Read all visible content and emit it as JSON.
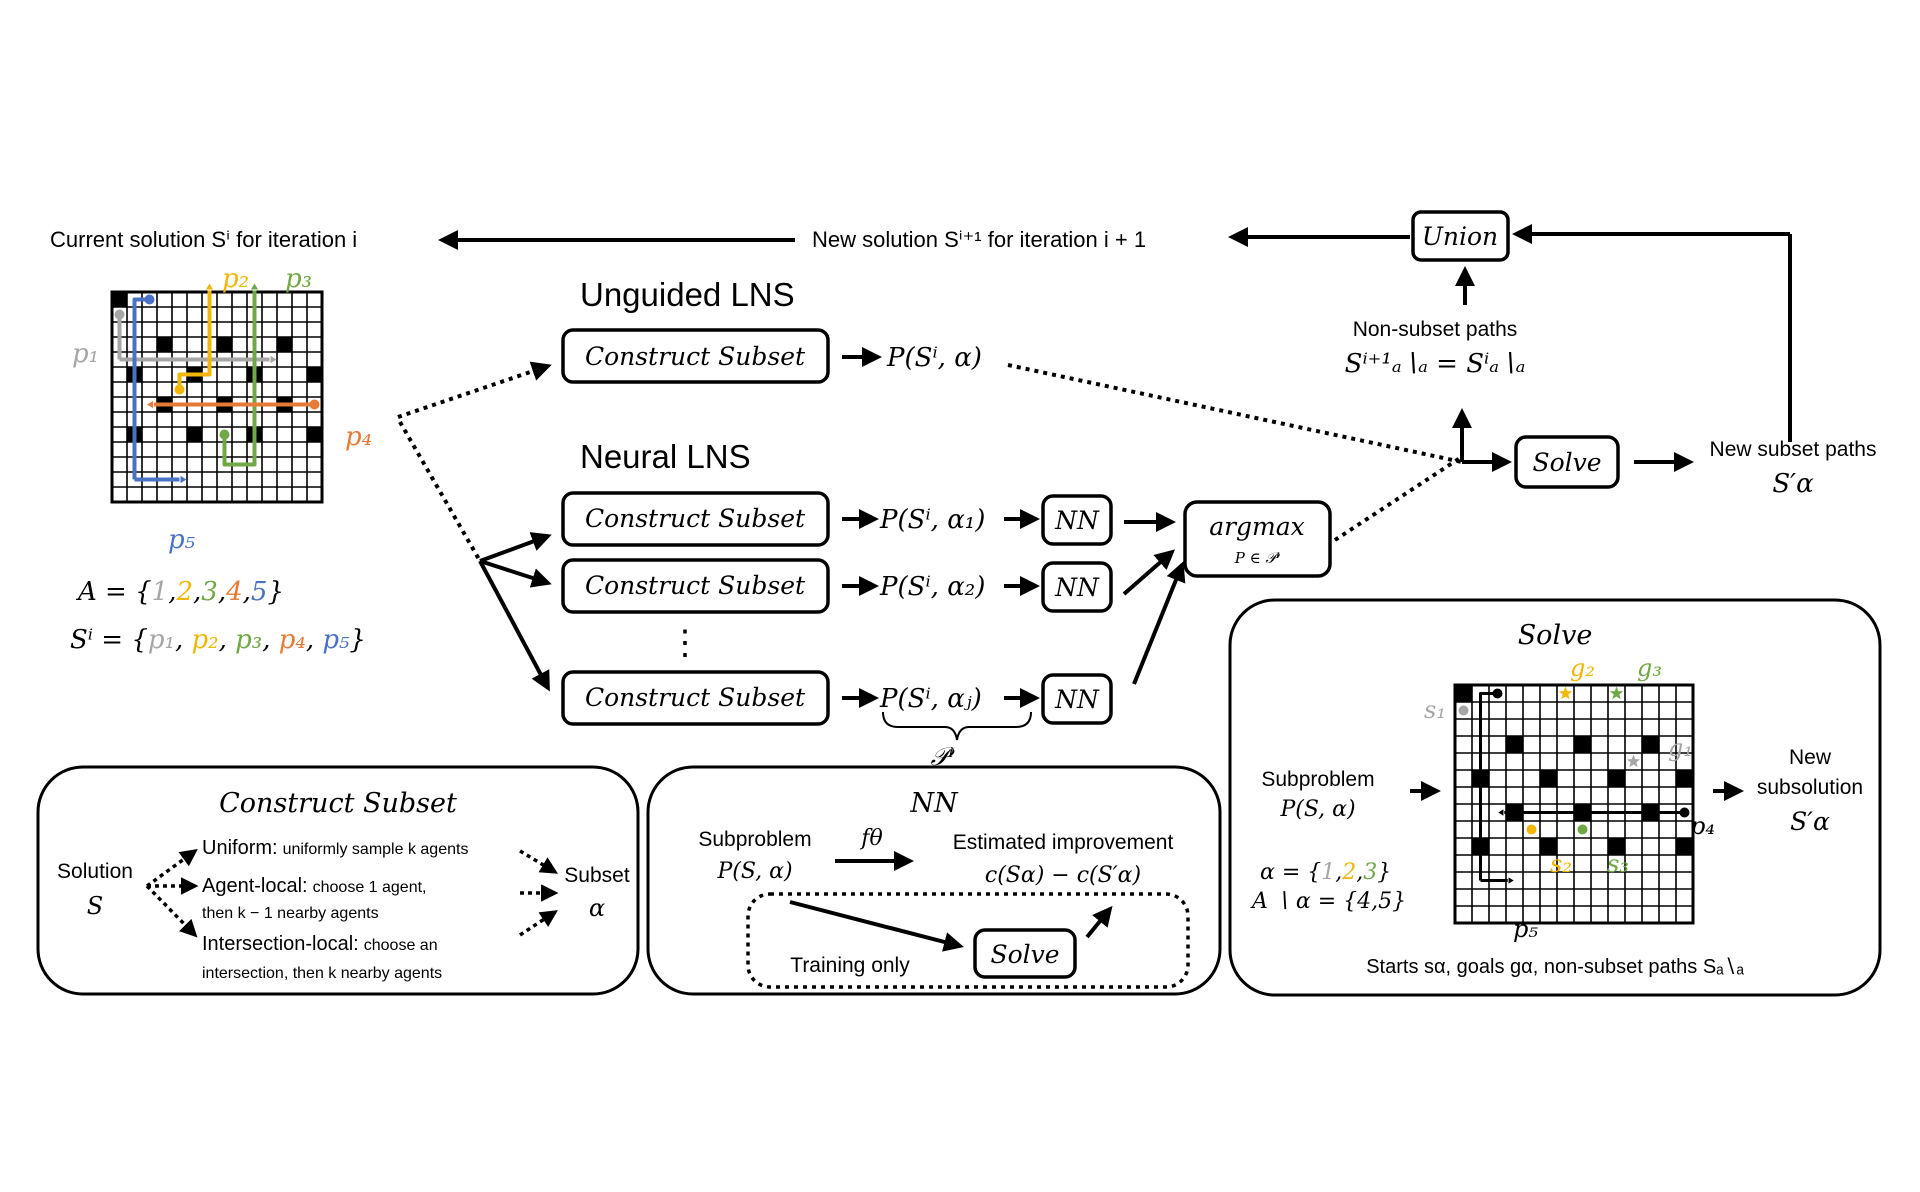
{
  "colors": {
    "p1": "#a6a6a6",
    "p2": "#f2b705",
    "p3": "#70a845",
    "p4": "#e57b35",
    "p5": "#4a72c4",
    "black": "#000000"
  },
  "top": {
    "current_solution": "Current solution Sⁱ for iteration i",
    "new_solution": "New solution Sⁱ⁺¹ for iteration i + 1",
    "union": "Union"
  },
  "grid1": {
    "p1": "p₁",
    "p2": "p₂",
    "p3": "p₃",
    "p4": "p₄",
    "p5": "p₅"
  },
  "sets": {
    "A_prefix": "A = {",
    "A_items": [
      "1",
      "2",
      "3",
      "4",
      "5"
    ],
    "A_suffix": "}",
    "S_prefix": "Sⁱ = {",
    "S_items": [
      "p₁",
      "p₂",
      "p₃",
      "p₄",
      "p₅"
    ],
    "S_suffix": "}"
  },
  "unguided": {
    "title": "Unguided LNS",
    "box": "Construct Subset",
    "out": "P(Sⁱ, α)"
  },
  "neural": {
    "title": "Neural LNS",
    "rows": [
      {
        "box": "Construct Subset",
        "out": "P(Sⁱ, α₁)",
        "nn": "NN"
      },
      {
        "box": "Construct Subset",
        "out": "P(Sⁱ, α₂)",
        "nn": "NN"
      },
      {
        "box": "Construct Subset",
        "out": "P(Sⁱ, αⱼ)",
        "nn": "NN"
      }
    ],
    "dots": "⋮",
    "argmax": "argmax",
    "argmax_sub": "P ∈ 𝒫ⁱ",
    "brace_label": "𝒫ⁱ"
  },
  "right": {
    "non_subset_label": "Non-subset paths",
    "non_subset_formula": "Sⁱ⁺¹ₐ∖ₐ = Sⁱₐ∖ₐ",
    "solve": "Solve",
    "new_subset_label": "New subset paths",
    "new_subset_formula": "S′α"
  },
  "construct_panel": {
    "title": "Construct Subset",
    "solution": "Solution",
    "S": "S",
    "uniform_head": "Uniform:",
    "uniform_tail": "uniformly sample k agents",
    "agent_head": "Agent-local:",
    "agent_tail": "choose 1 agent,",
    "agent_line2": "then k − 1 nearby agents",
    "inter_head": "Intersection-local:",
    "inter_tail": "choose an",
    "inter_line2": "intersection, then k nearby agents",
    "subset": "Subset",
    "alpha": "α"
  },
  "nn_panel": {
    "title": "NN",
    "subproblem": "Subproblem",
    "subproblem_f": "P(S, α)",
    "f": "fθ",
    "est": "Estimated improvement",
    "est_f": "c(Sα) − c(S′α)",
    "training": "Training only",
    "solve": "Solve"
  },
  "solve_panel": {
    "title": "Solve",
    "subproblem": "Subproblem",
    "subproblem_f": "P(S, α)",
    "alpha_prefix": "α = {",
    "alpha_items": [
      "1",
      "2",
      "3"
    ],
    "alpha_suffix": "}",
    "complement": "A ∖ α = {4,5}",
    "new": "New",
    "subsolution": "subsolution",
    "s_prime": "S′α",
    "footer": "Starts sα, goals gα, non-subset paths Sₐ∖ₐ",
    "g1": "g₁",
    "g2": "g₂",
    "g3": "g₃",
    "s1": "s₁",
    "s2": "s₂",
    "s3": "s₃",
    "p4": "p₄",
    "p5": "p₅"
  }
}
